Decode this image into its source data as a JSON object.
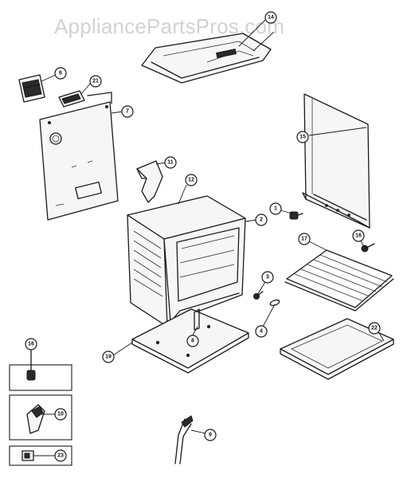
{
  "watermark": "AppliancePartsPros.com",
  "callouts": {
    "c1": "1",
    "c2": "2",
    "c3": "3",
    "c4": "4",
    "c6": "6",
    "c7": "7",
    "c8": "8",
    "c9": "9",
    "c10": "10",
    "c11": "11",
    "c12": "12",
    "c14": "14",
    "c15": "15",
    "c16a": "16",
    "c16b": "16",
    "c17": "17",
    "c19": "19",
    "c21": "21",
    "c22": "22",
    "c23": "23"
  }
}
